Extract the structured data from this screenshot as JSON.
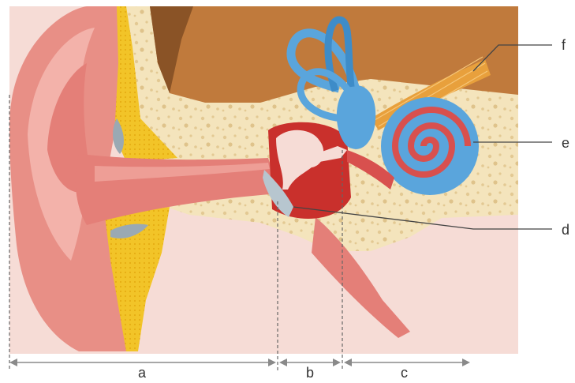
{
  "diagram": {
    "part_labels": {
      "f": "f",
      "e": "e",
      "d": "d"
    },
    "section_labels": {
      "a": "a",
      "b": "b",
      "c": "c"
    },
    "colors": {
      "skin": "#f6dcd6",
      "bone": "#f4e4bc",
      "brain": "#c07a3c",
      "outer_ear": "#e88f86",
      "canal": "#e47f78",
      "fat": "#f2c428",
      "cochlea_blue": "#5aa5dc",
      "cochlea_red": "#d8504e",
      "nerve": "#e8a03c",
      "eardrum": "#b7c6cf",
      "middle_ear": "#c9302c"
    }
  }
}
